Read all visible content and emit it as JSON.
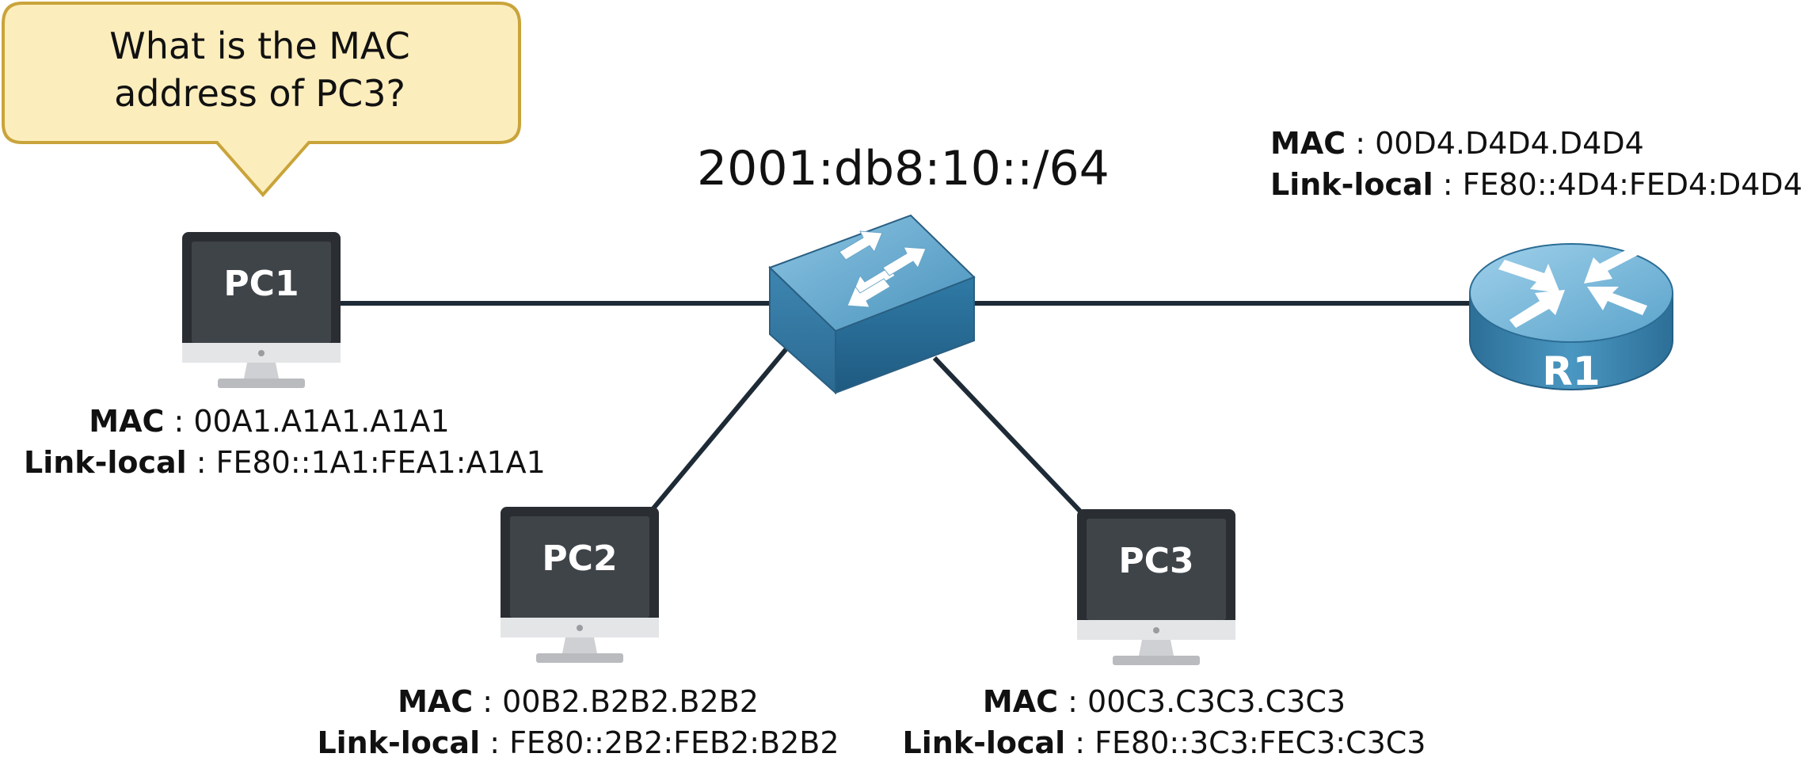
{
  "callout": {
    "line1": "What is the MAC",
    "line2": "address of PC3?"
  },
  "network": {
    "subnet": "2001:db8:10::/64"
  },
  "labels": {
    "mac": "MAC",
    "link_local": "Link-local",
    "sep": " : "
  },
  "devices": {
    "pc1": {
      "name": "PC1",
      "mac": "00A1.A1A1.A1A1",
      "link_local": "FE80::1A1:FEA1:A1A1"
    },
    "pc2": {
      "name": "PC2",
      "mac": "00B2.B2B2.B2B2",
      "link_local": "FE80::2B2:FEB2:B2B2"
    },
    "pc3": {
      "name": "PC3",
      "mac": "00C3.C3C3.C3C3",
      "link_local": "FE80::3C3:FEC3:C3C3"
    },
    "r1": {
      "name": "R1",
      "mac": "00D4.D4D4.D4D4",
      "link_local": "FE80::4D4:FED4:D4D4"
    },
    "sw": {
      "name": ""
    }
  },
  "colors": {
    "callout_fill": "#fcedbd",
    "callout_stroke": "#c9a43a",
    "link": "#1e2b36",
    "monitor_frame": "#2a2e33",
    "monitor_screen": "#3f4449",
    "monitor_stand": "#d9dadc",
    "device_blue": "#4a90b8",
    "device_blue_dark": "#2c6b91"
  }
}
